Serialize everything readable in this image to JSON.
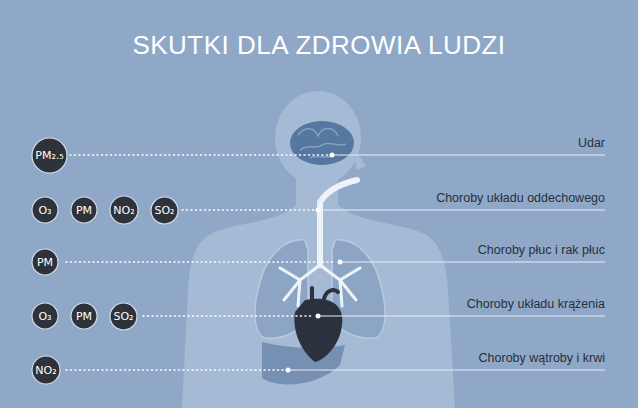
{
  "diagram": {
    "title": "SKUTKI DLA ZDROWIA LUDZI",
    "nodes": [
      {
        "text": [
          "PM₂.₅"
        ]
      },
      {
        "text": [
          "O₃"
        ]
      },
      {
        "text": [
          "PM"
        ]
      },
      {
        "text": [
          "NO₂"
        ]
      },
      {
        "text": [
          "SO₂"
        ]
      },
      {
        "text": [
          "PM"
        ]
      },
      {
        "text": [
          "O₃"
        ]
      },
      {
        "text": [
          "PM"
        ]
      },
      {
        "text": [
          "SO₂"
        ]
      },
      {
        "text": [
          "NO₂"
        ]
      }
    ],
    "labels": [
      "Udar",
      "Choroby układu oddechowego",
      "Choroby płuc i rak płuc",
      "Choroby układu krążenia",
      "Choroby wątroby i krwi"
    ]
  }
}
